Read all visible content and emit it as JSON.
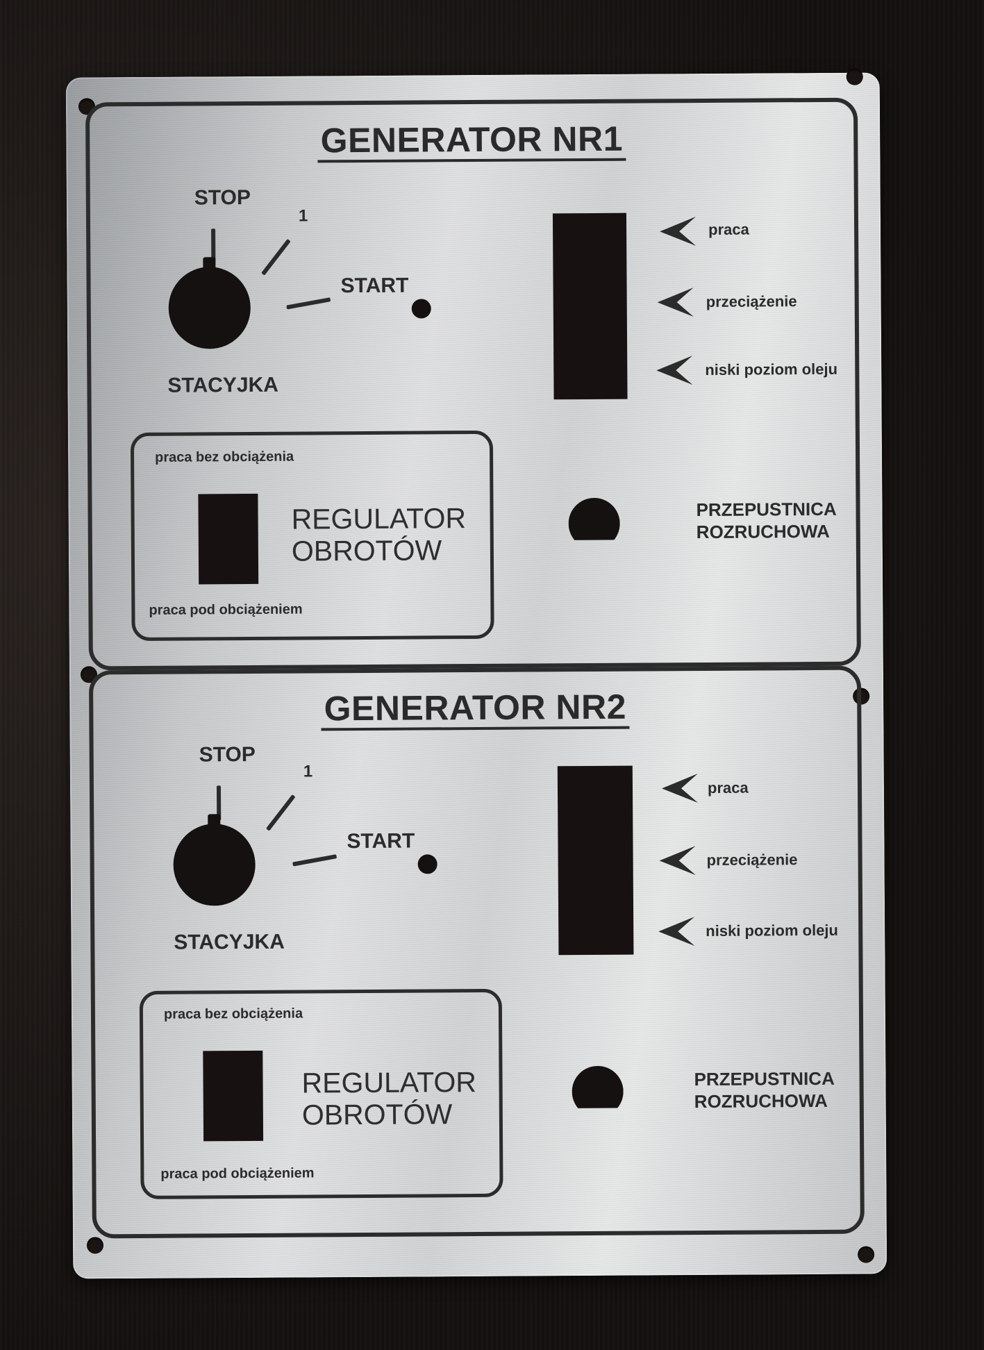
{
  "panels": [
    {
      "title": "GENERATOR NR1",
      "switch": {
        "stop": "STOP",
        "pos1": "1",
        "start": "START",
        "name": "STACYJKA"
      },
      "indicators": [
        "praca",
        "przeciążenie",
        "niski poziom oleju"
      ],
      "regulator": {
        "top": "praca bez obciążenia",
        "title_line1": "REGULATOR",
        "title_line2": "OBROTÓW",
        "bottom": "praca pod obciążeniem"
      },
      "throttle": {
        "line1": "PRZEPUSTNICA",
        "line2": "ROZRUCHOWA"
      }
    },
    {
      "title": "GENERATOR NR2",
      "switch": {
        "stop": "STOP",
        "pos1": "1",
        "start": "START",
        "name": "STACYJKA"
      },
      "indicators": [
        "praca",
        "przeciążenie",
        "niski poziom oleju"
      ],
      "regulator": {
        "top": "praca bez obciążenia",
        "title_line1": "REGULATOR",
        "title_line2": "OBROTÓW",
        "bottom": "praca pod obciążeniem"
      },
      "throttle": {
        "line1": "PRZEPUSTNICA",
        "line2": "ROZRUCHOWA"
      }
    }
  ]
}
